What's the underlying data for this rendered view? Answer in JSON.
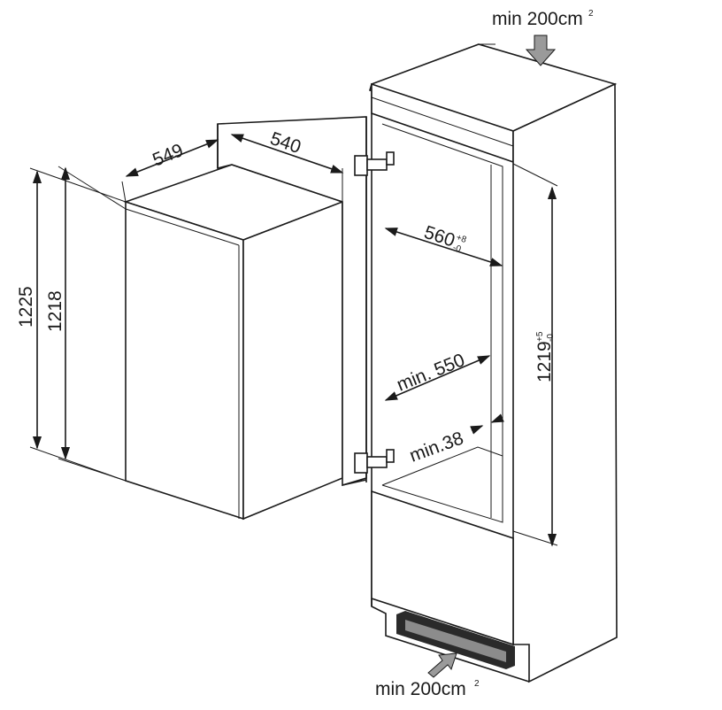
{
  "ventilation": {
    "top_label": "min 200cm",
    "top_sup": "2",
    "bottom_label": "min 200cm",
    "bottom_sup": "2"
  },
  "appliance": {
    "height_outer": "1225",
    "height_inner": "1218",
    "depth": "549",
    "width": "540"
  },
  "niche": {
    "width_value": "560",
    "width_tol_plus": "+8",
    "width_tol_minus": "-0",
    "min_depth": "min. 550",
    "min_gap": "min.38",
    "height_value": "1219",
    "height_tol_plus": "+5",
    "height_tol_minus": "-0"
  },
  "colors": {
    "line": "#1a1a1a",
    "arrow": "#9a9a9a",
    "plinth_dark": "#2a2a2a",
    "plinth_grey": "#8c8c8c"
  }
}
